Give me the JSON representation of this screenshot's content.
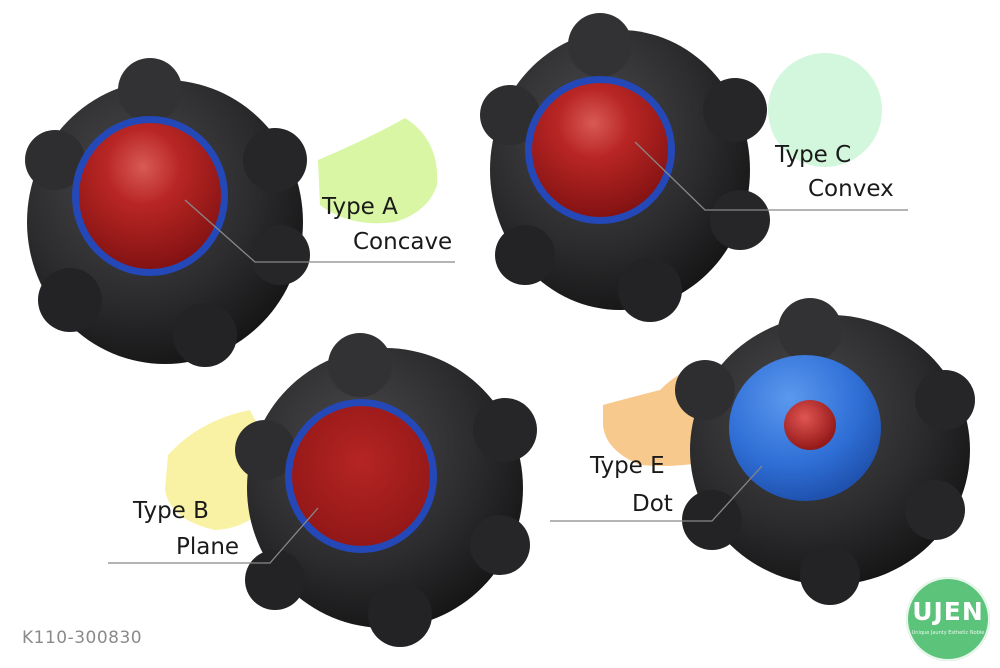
{
  "labels": {
    "type_a": "Type A",
    "concave": "Concave",
    "type_c": "Type C",
    "convex": "Convex",
    "type_b": "Type B",
    "plane": "Plane",
    "type_e": "Type E",
    "dot": "Dot"
  },
  "product_code": "K110-300830",
  "logo": {
    "name": "UJEN",
    "tagline": "Unique Jaunty Esthetic Noble"
  },
  "colors": {
    "knob_body": "#2b2b2d",
    "cap_red": "#b32020",
    "cap_blue": "#2f6fd6",
    "ring_blue": "#2a57c9",
    "blob_green": "#d8f6a4",
    "blob_mint": "#d2f7dc",
    "blob_yellow": "#f9f1a4",
    "blob_orange": "#f8c98d",
    "logo_green": "#5cc37a"
  }
}
